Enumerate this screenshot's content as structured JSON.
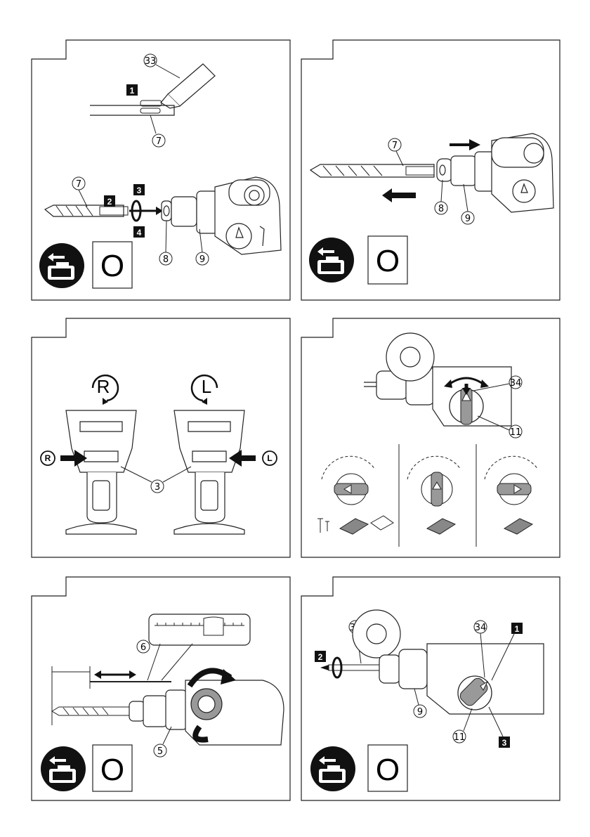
{
  "panel1": {
    "callout_33": "33",
    "callout_7a": "7",
    "callout_7b": "7",
    "callout_8": "8",
    "callout_9": "9",
    "step_1": "1",
    "step_2": "2",
    "step_3": "3",
    "step_4": "4",
    "mode_badge": "O"
  },
  "panel2": {
    "callout_7": "7",
    "callout_8": "8",
    "callout_9": "9",
    "mode_badge": "O"
  },
  "panel3": {
    "rotation_right": "R",
    "rotation_left": "L",
    "callout_3": "3"
  },
  "panel4": {
    "callout_34": "34",
    "callout_11": "11"
  },
  "panel5": {
    "callout_6": "6",
    "callout_5": "5",
    "mode_badge": "O"
  },
  "panel6": {
    "callout_35": "35",
    "callout_34": "34",
    "callout_9": "9",
    "callout_11": "11",
    "step_1": "1",
    "step_2": "2",
    "step_3": "3",
    "mode_badge": "O"
  }
}
